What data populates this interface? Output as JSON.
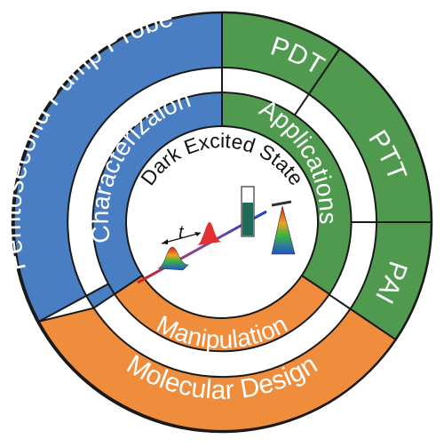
{
  "diagram": {
    "outer_ring": {
      "femtosecond": "Femtosecond Pump Probe",
      "molecular": "Molecular Design",
      "pdt": "PDT",
      "ptt": "PTT",
      "pai": "PAI"
    },
    "inner_ring": {
      "characterization": "Characterizaion",
      "applications": "Applications",
      "manipulation": "Manipulation"
    },
    "center": {
      "title": "Dark Excited State",
      "time_symbol": "t"
    },
    "colors": {
      "blue": "#4a7ec2",
      "green": "#4f9a4f",
      "orange": "#ef8d3c",
      "outline": "#1a1a1a"
    }
  }
}
